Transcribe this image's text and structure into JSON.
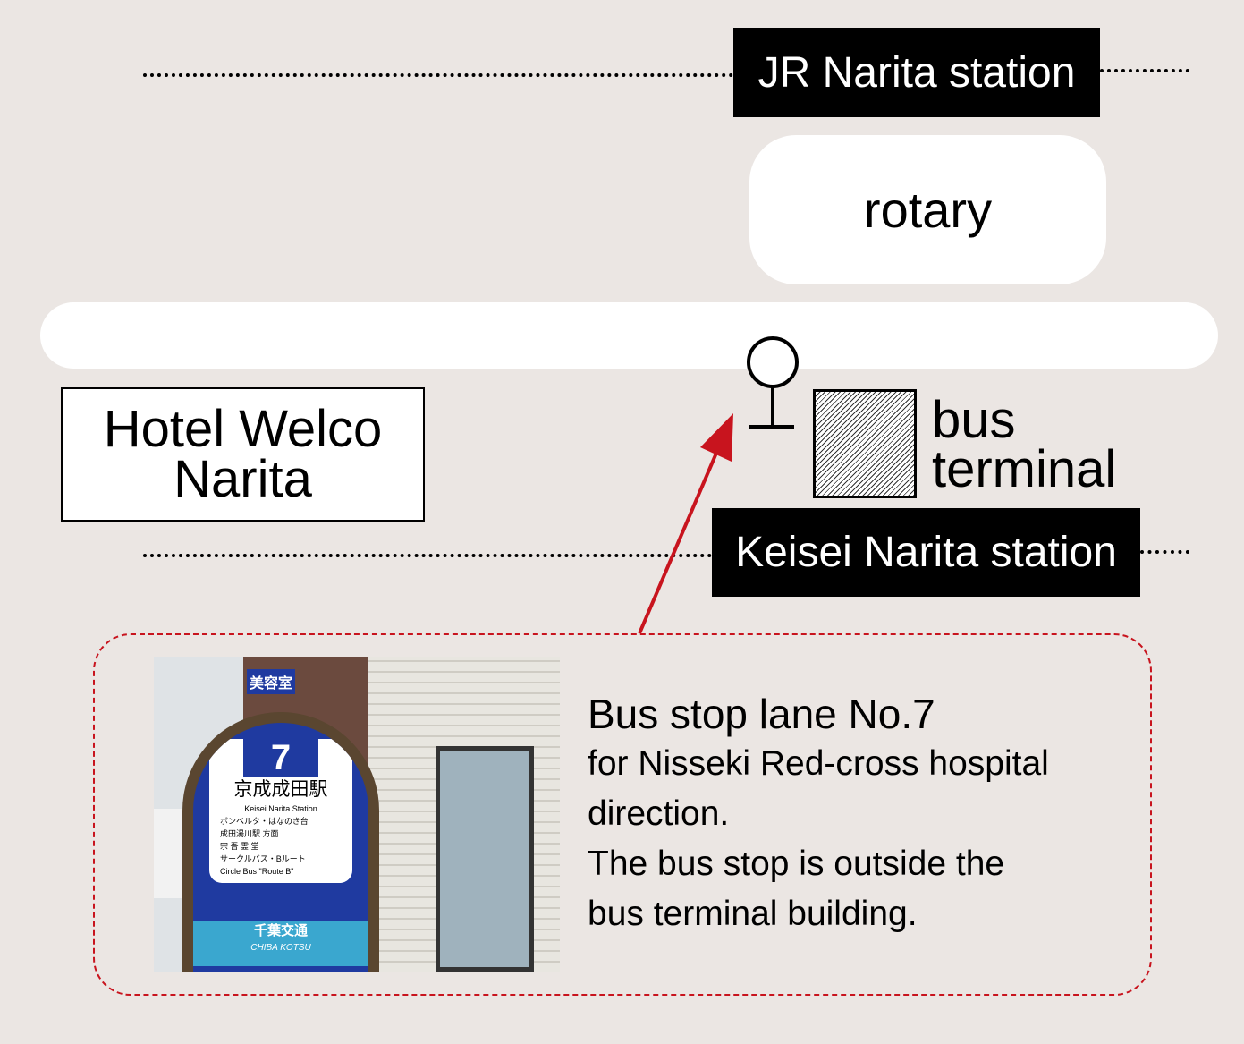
{
  "map": {
    "jr_station": "JR Narita station",
    "rotary": "rotary",
    "hotel_line1": "Hotel Welco",
    "hotel_line2": "Narita",
    "bus_terminal_line1": "bus",
    "bus_terminal_line2": "terminal",
    "keisei_station": "Keisei Narita station"
  },
  "callout": {
    "title": "Bus stop lane No.7",
    "lines": [
      "for Nisseki Red-cross hospital",
      "direction.",
      "The bus stop is outside the",
      "bus terminal building."
    ]
  },
  "photo": {
    "sign_number": "7",
    "sign_station_jp": "京成成田駅",
    "sign_station_en": "Keisei Narita Station",
    "sign_dest1": "ボンベルタ・はなのき台",
    "sign_dest2": "成田湯川駅 方面",
    "sign_dest3": "宗 吾 霊 堂",
    "sign_dest4": "サークルバス・Bルート",
    "sign_dest5": "Circle Bus \"Route B\"",
    "company_jp": "千葉交通",
    "company_en": "CHIBA KOTSU",
    "building_sign": "美容室"
  },
  "colors": {
    "accent": "#c8141e",
    "background": "#ebe6e3"
  }
}
